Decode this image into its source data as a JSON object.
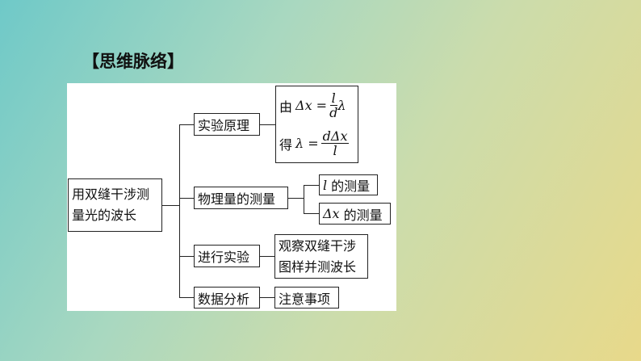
{
  "title": "【思维脉络】",
  "root": {
    "line1": "用双缝干涉测",
    "line2": "量光的波长"
  },
  "branches": {
    "principle": "实验原理",
    "measure": "物理量的测量",
    "procedure": "进行实验",
    "analysis": "数据分析"
  },
  "formula": {
    "line1_prefix": "由",
    "line1_lhs": "Δx =",
    "line1_num": "l",
    "line1_den": "d",
    "line1_tail": "λ",
    "line2_prefix": "得",
    "line2_lhs": "λ =",
    "line2_num": "dΔx",
    "line2_den": "l"
  },
  "measure_items": {
    "l_var": "l",
    "l_text": "的测量",
    "dx_var": "Δx",
    "dx_text": "的测量"
  },
  "procedure_item": {
    "line1": "观察双缝干涉",
    "line2": "图样并测波长"
  },
  "analysis_item": "注意事项"
}
